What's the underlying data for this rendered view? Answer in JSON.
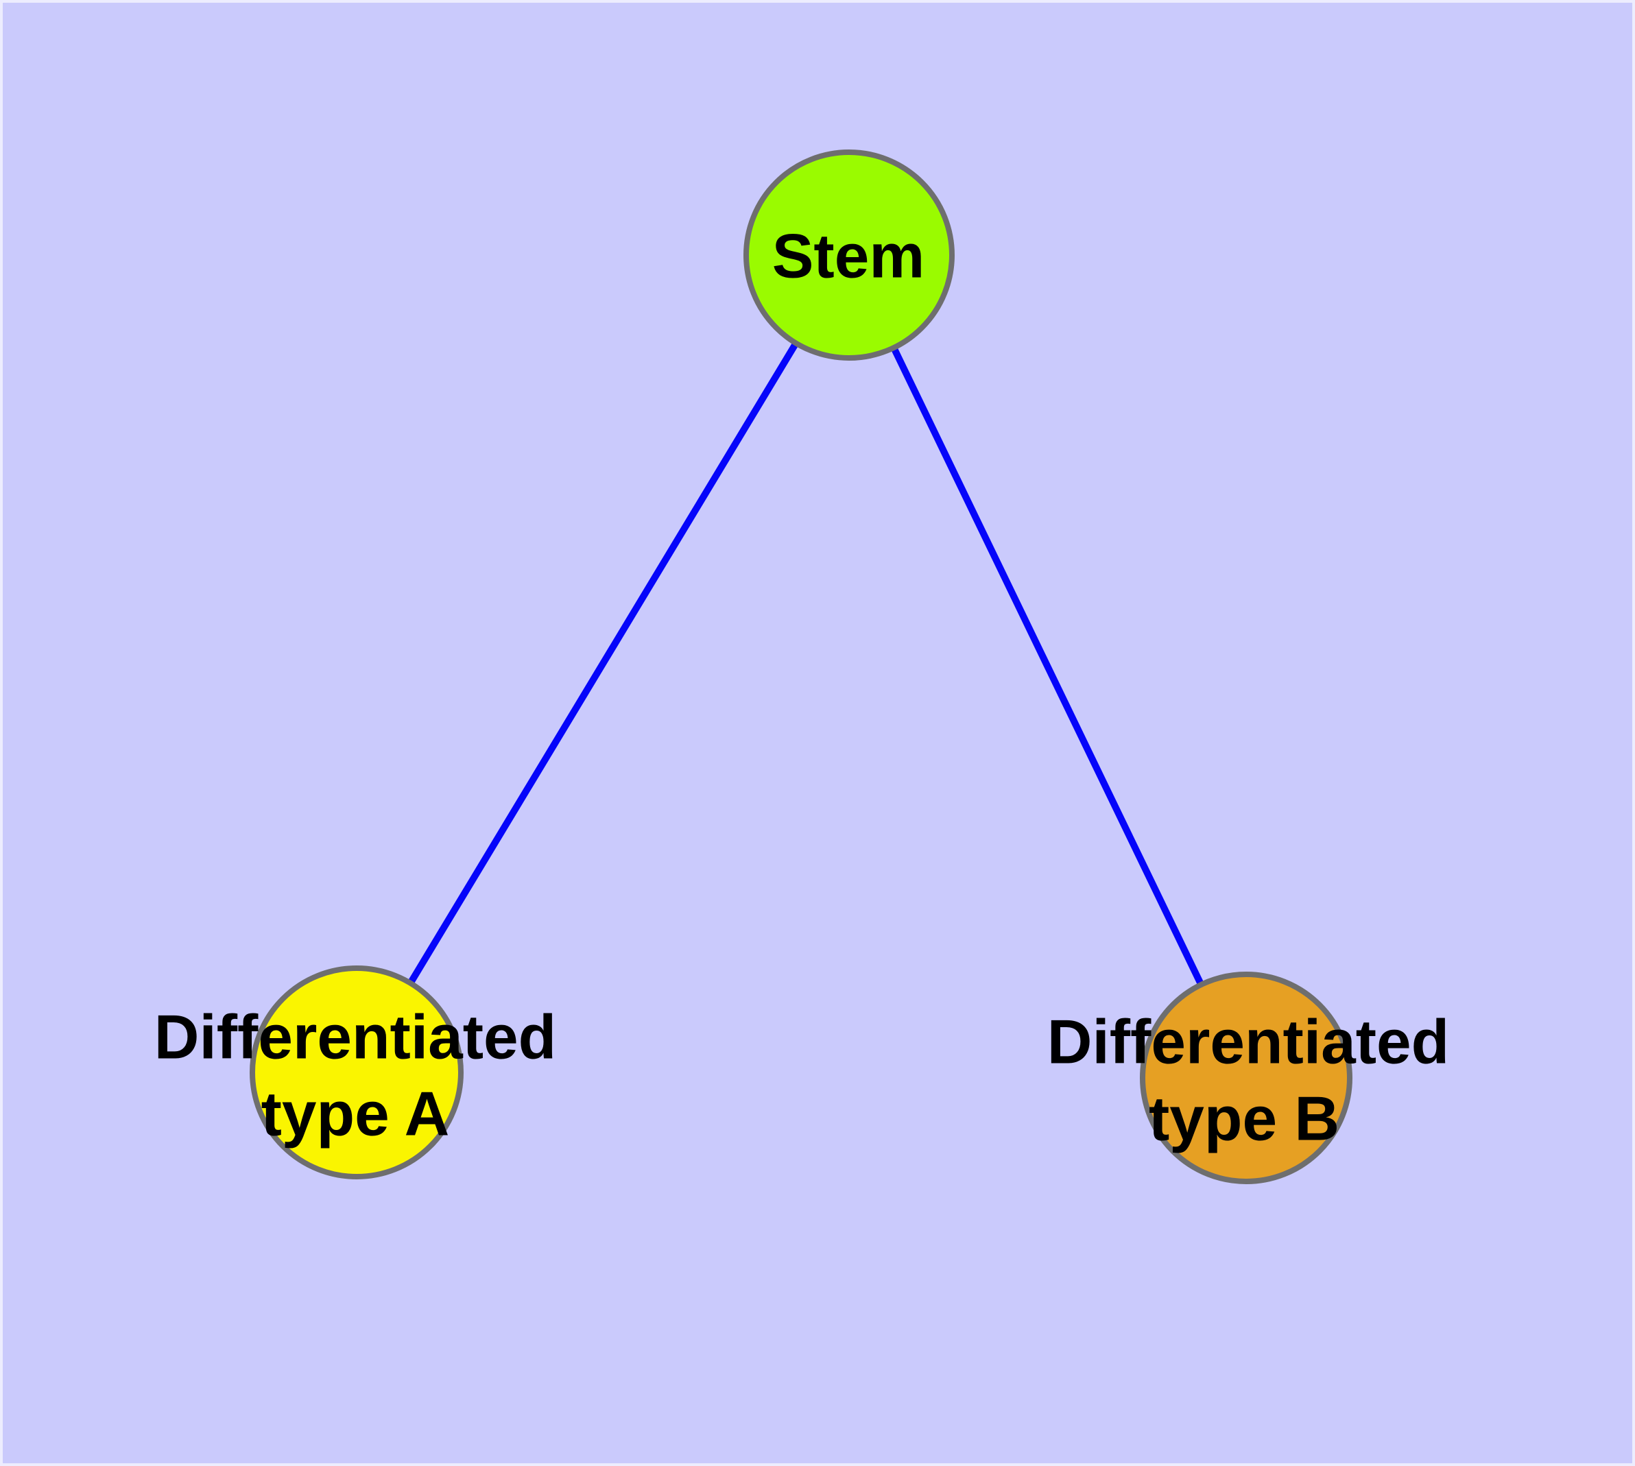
{
  "diagram": {
    "background_color": "#CACAFC",
    "node_border_color": "#6E6E6E",
    "edge_color": "#0505FA",
    "label_color": "#000000",
    "nodes": {
      "stem": {
        "label": "Stem",
        "color": "#9AFB00"
      },
      "type_a": {
        "label_line1": "Differentiated",
        "label_line2": "type A",
        "color": "#FAF500"
      },
      "type_b": {
        "label_line1": "Differentiated",
        "label_line2": "type B",
        "color": "#E6A023"
      }
    },
    "edges": [
      {
        "from": "Stem",
        "to": "Differentiated type A"
      },
      {
        "from": "Stem",
        "to": "Differentiated type B"
      }
    ]
  }
}
